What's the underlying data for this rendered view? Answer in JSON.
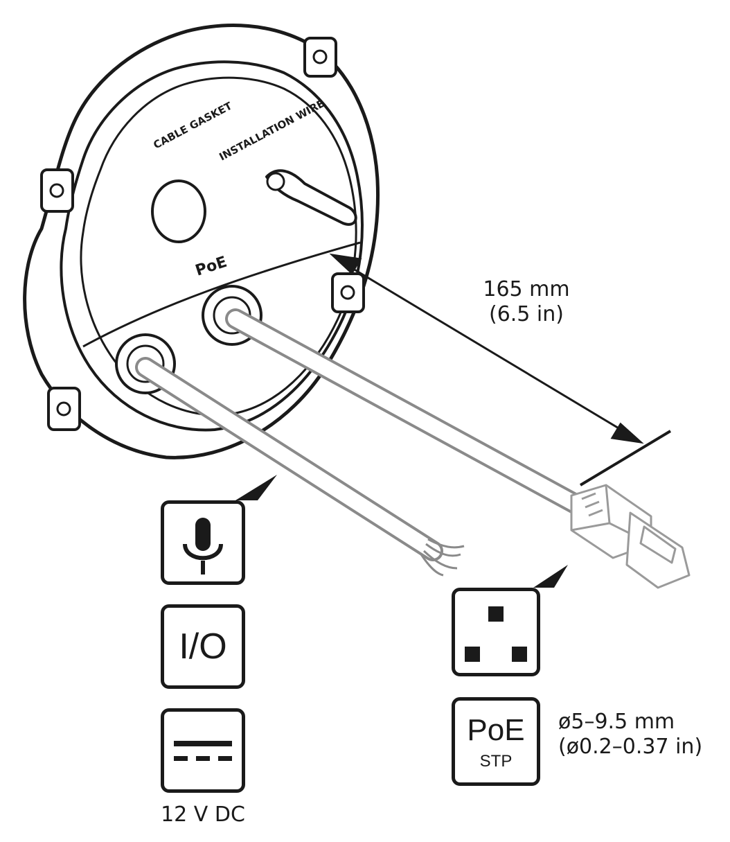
{
  "device_labels": {
    "cable_gasket": "CABLE GASKET",
    "installation_wire": "INSTALLATION WIRE",
    "poe_port": "PoE"
  },
  "dimension": {
    "length_metric": "165 mm",
    "length_imperial": "(6.5 in)"
  },
  "cable_spec": {
    "diameter_metric": "ø5–9.5 mm",
    "diameter_imperial": "(ø0.2–0.37 in)"
  },
  "left_connector_icons": {
    "io_label": "I/O",
    "power_label": "12 V DC"
  },
  "right_connector_icons": {
    "poe_title": "PoE",
    "poe_sub": "STP"
  },
  "colors": {
    "line": "#1a1a1a",
    "cable": "#8a8a8a",
    "background": "#ffffff"
  }
}
